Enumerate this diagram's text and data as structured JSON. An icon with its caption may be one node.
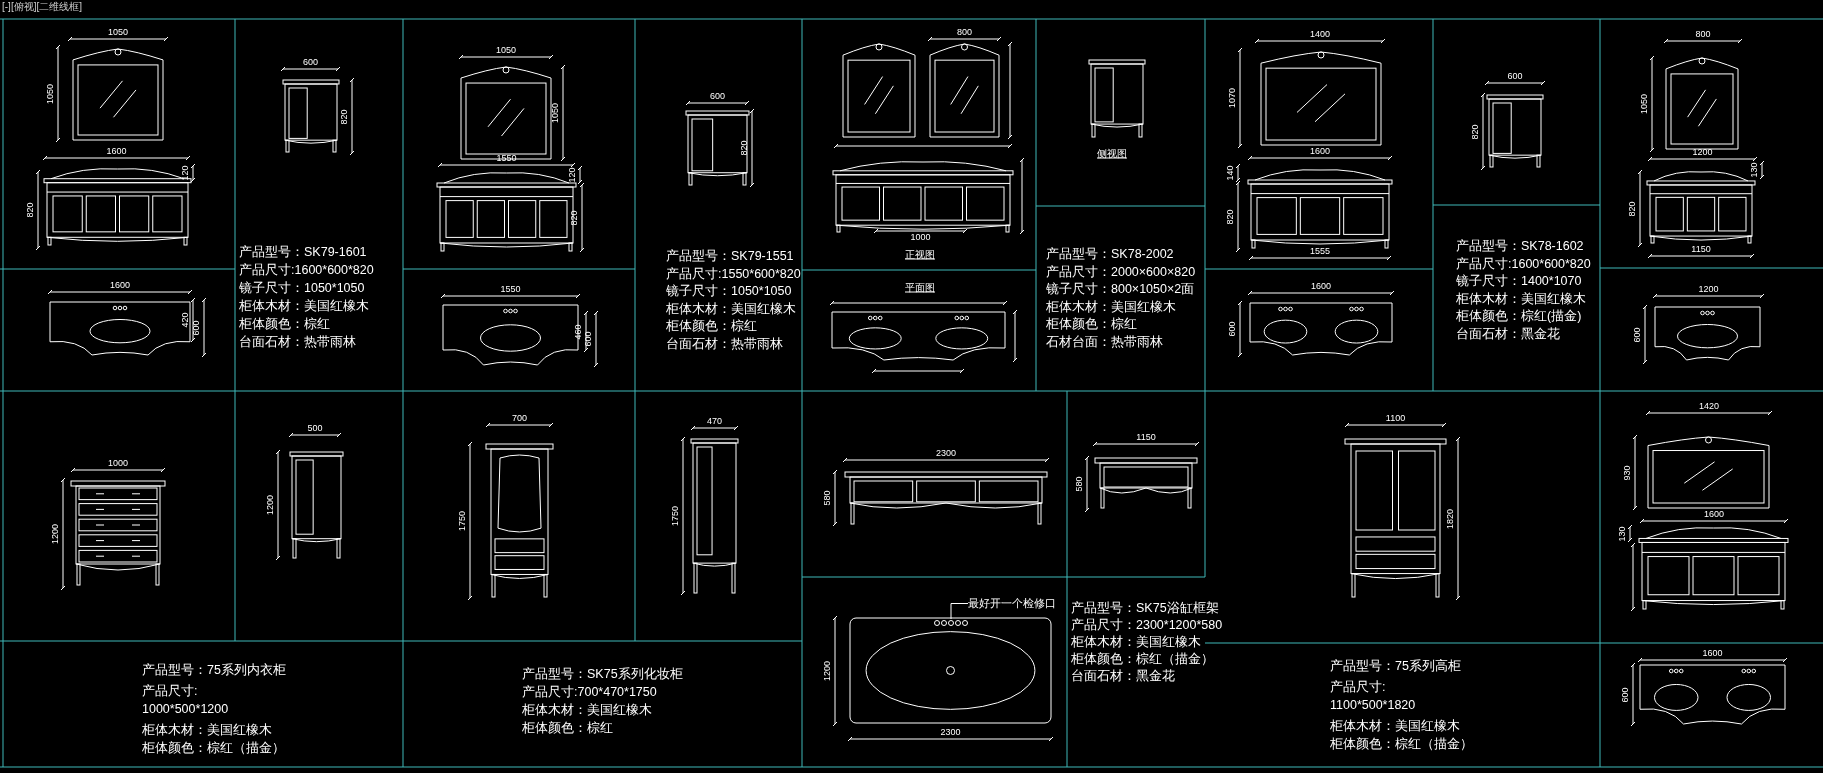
{
  "diagram": {
    "nodes": [
      {
        "text": [
          "最好开一个检修口"
        ]
      },
      {
        "text": [],
        "shape": "picture"
      }
    ],
    "edges": [
      {
        "from": 0,
        "to": 1,
        "arrow": "none"
      }
    ],
    "labels": [
      "[-][俯视][二维线框]",
      "1050",
      "1050",
      "1600",
      "120",
      "820",
      "1600",
      "420",
      "600",
      "600",
      "820",
      "产品型号：SK79-1601",
      "产品尺寸:1600*600*820",
      "镜子尺寸：1050*1050",
      "柜体木材：美国红橡木",
      "柜体颜色：棕红",
      "台面石材：热带雨林",
      "1050",
      "1050",
      "1550",
      "120",
      "820",
      "1550",
      "460",
      "600",
      "600",
      "820",
      "产品型号：SK79-1551",
      "产品尺寸:1550*600*820",
      "镜子尺寸：1050*1050",
      "柜体木材：美国红橡木",
      "柜体颜色：棕红",
      "台面石材：热带雨林",
      "800",
      "1000",
      "正视图",
      "平面图",
      "侧视图",
      "产品型号：SK78-2002",
      "产品尺寸：2000×600×820",
      "镜子尺寸：800×1050×2面",
      "柜体木材：美国红橡木",
      "柜体颜色：棕红",
      "石材台面：热带雨林",
      "1400",
      "1070",
      "1600",
      "140",
      "820",
      "1555",
      "1600",
      "600",
      "600",
      "820",
      "产品型号：SK78-1602",
      "产品尺寸:1600*600*820",
      "镜子尺寸：1400*1070",
      "柜体木材：美国红橡木",
      "柜体颜色：棕红(描金)",
      "台面石材：黑金花",
      "800",
      "1050",
      "1200",
      "130",
      "820",
      "1150",
      "1200",
      "600",
      "1000",
      "1200",
      "500",
      "1200",
      "产品型号：75系列内衣柜",
      "产品尺寸: 1000*500*1200",
      "柜体木材：美国红橡木",
      "柜体颜色：棕红（描金）",
      "700",
      "1750",
      "470",
      "1750",
      "产品型号：SK75系列化妆柜",
      "产品尺寸:700*470*1750",
      "柜体木材：美国红橡木",
      "柜体颜色：棕红",
      "2300",
      "580",
      "1150",
      "580",
      "1200",
      "2300",
      "产品型号：SK75浴缸框架",
      "产品尺寸：2300*1200*580",
      "柜体木材：美国红橡木",
      "柜体颜色：棕红（描金）",
      "台面石材：黑金花",
      "1100",
      "1820",
      "产品型号：75系列高柜",
      "产品尺寸: 1100*500*1820",
      "柜体木材：美国红橡木",
      "柜体颜色：棕红（描金）",
      "1420",
      "930",
      "1600",
      "130",
      "1600",
      "600"
    ]
  }
}
